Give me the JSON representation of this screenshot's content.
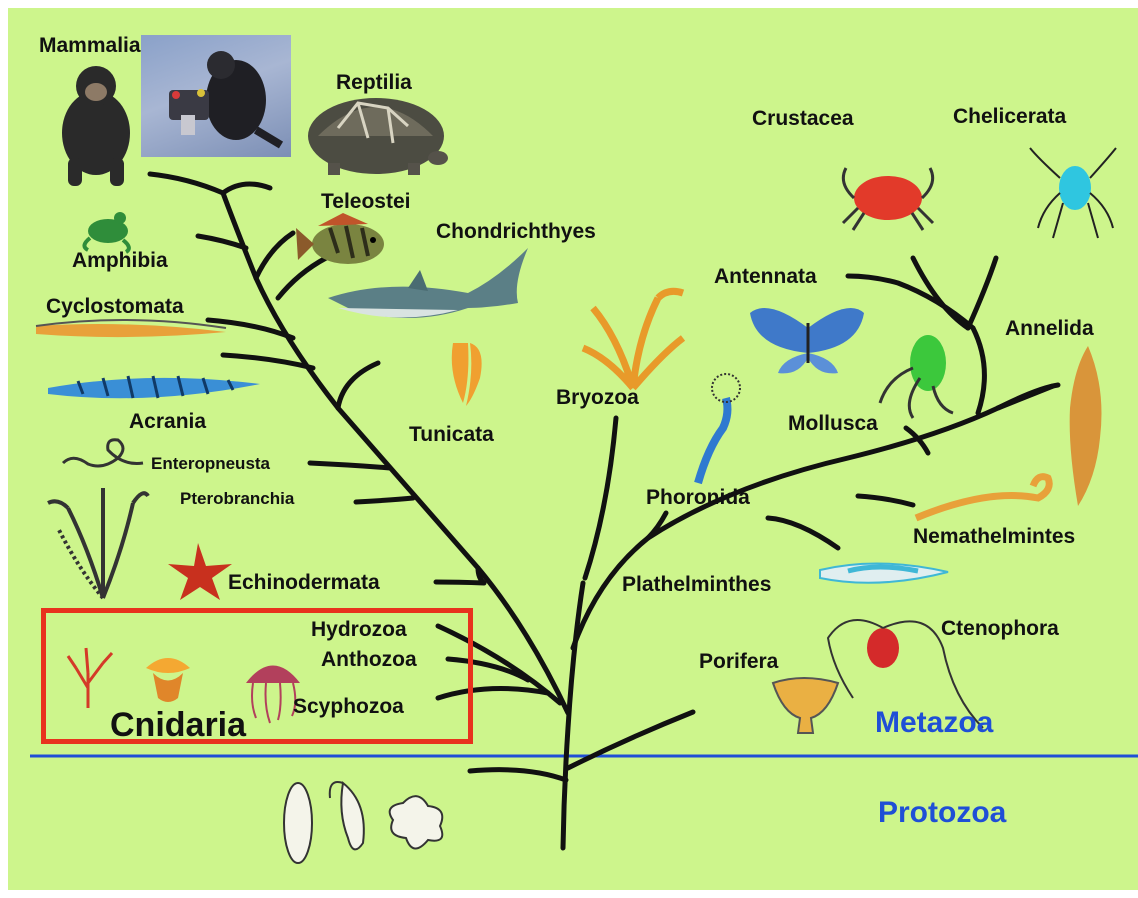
{
  "colors": {
    "background": "#cdf58c",
    "tree": "#111111",
    "highlight_box": "#e8321e",
    "divider": "#1f4fd6",
    "realm_text": "#1f4fd6"
  },
  "labels": {
    "mammalia": "Mammalia",
    "reptilia": "Reptilia",
    "amphibia": "Amphibia",
    "teleostei": "Teleostei",
    "chondrichthyes": "Chondrichthyes",
    "cyclostomata": "Cyclostomata",
    "acrania": "Acrania",
    "tunicata": "Tunicata",
    "enteropneusta": "Enteropneusta",
    "pterobranchia": "Pterobranchia",
    "echinodermata": "Echinodermata",
    "hydrozoa": "Hydrozoa",
    "anthozoa": "Anthozoa",
    "scyphozoa": "Scyphozoa",
    "cnidaria": "Cnidaria",
    "crustacea": "Crustacea",
    "chelicerata": "Chelicerata",
    "antennata": "Antennata",
    "annelida": "Annelida",
    "mollusca": "Mollusca",
    "bryozoa": "Bryozoa",
    "phoronida": "Phoronida",
    "nemathelmintes": "Nemathelmintes",
    "plathelminthes": "Plathelminthes",
    "ctenophora": "Ctenophora",
    "porifera": "Porifera",
    "metazoa": "Metazoa",
    "protozoa": "Protozoa"
  },
  "illustrations": [
    "chimpanzee",
    "diver-photo",
    "tortoise",
    "frog",
    "perch-fish",
    "shark",
    "lamprey",
    "lancelet",
    "tunicate",
    "acorn-worm",
    "pterobranch",
    "starfish",
    "hydrozoan-colony",
    "sea-anemone",
    "jellyfish",
    "crab",
    "spider",
    "bryozoan-colony",
    "butterfly",
    "octopus",
    "leech",
    "phoronid",
    "roundworm",
    "flatworm",
    "comb-jelly",
    "sponge",
    "paramecium",
    "euglena",
    "amoeba"
  ]
}
